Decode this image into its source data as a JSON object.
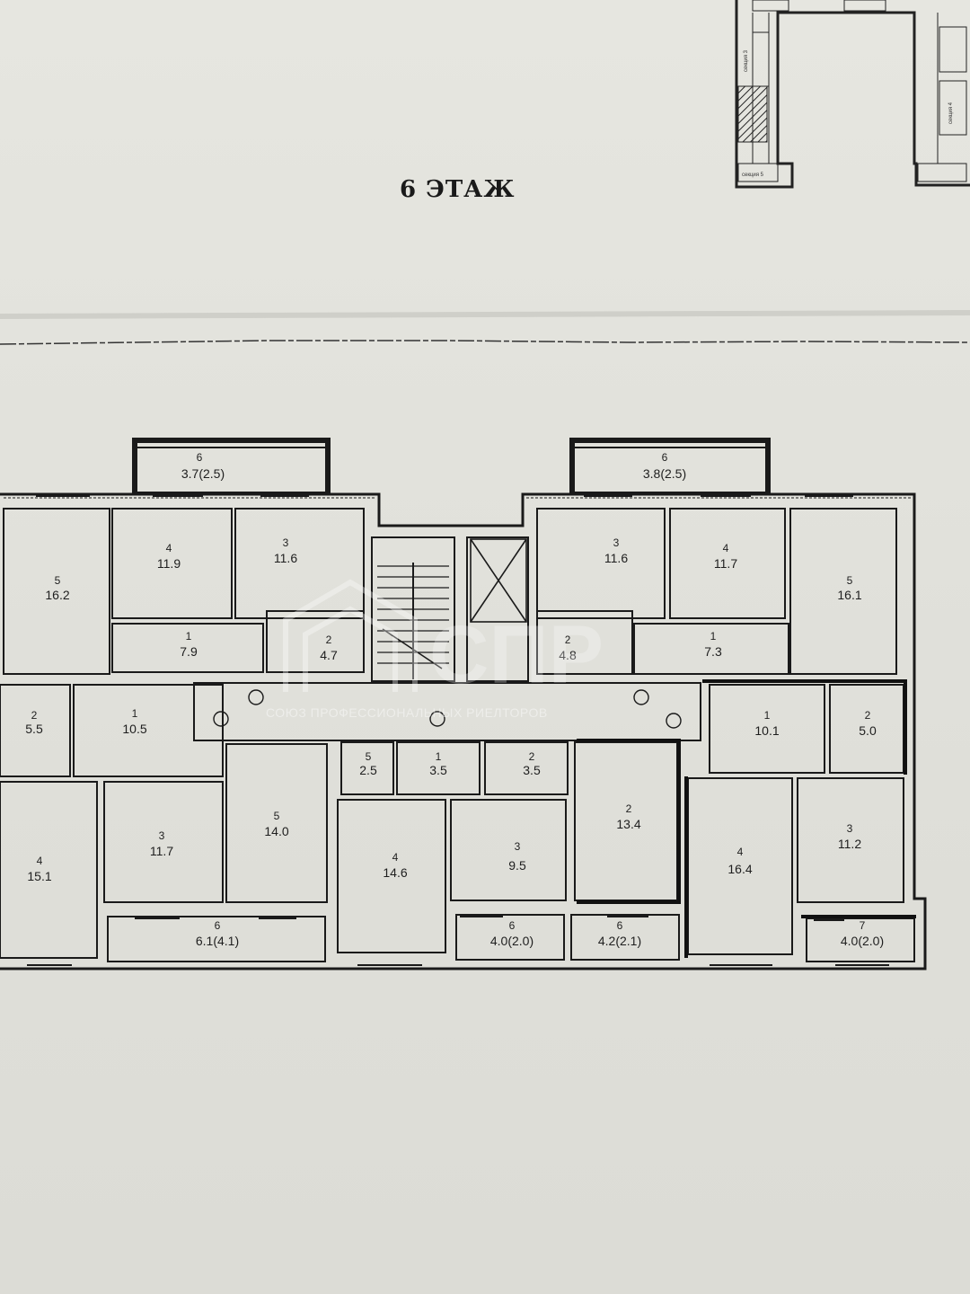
{
  "floor_title": "6 ЭТАЖ",
  "watermark": {
    "logo": "СПР",
    "org": "СОЮЗ ПРОФЕССИОНАЛЬНЫХ РИЕЛТОРОВ"
  },
  "key_plan": {
    "labels": [
      "секция 3",
      "секция 4",
      "секция 5"
    ]
  },
  "rooms": [
    {
      "id": "r1",
      "num": "6",
      "area": "3.7(2.5)"
    },
    {
      "id": "r2",
      "num": "6",
      "area": "3.8(2.5)"
    },
    {
      "id": "r3",
      "num": "5",
      "area": "16.2"
    },
    {
      "id": "r4",
      "num": "4",
      "area": "11.9"
    },
    {
      "id": "r5",
      "num": "3",
      "area": "11.6"
    },
    {
      "id": "r6",
      "num": "1",
      "area": "7.9"
    },
    {
      "id": "r7",
      "num": "2",
      "area": "4.7"
    },
    {
      "id": "r8",
      "num": "3",
      "area": "11.6"
    },
    {
      "id": "r9",
      "num": "4",
      "area": "11.7"
    },
    {
      "id": "r10",
      "num": "5",
      "area": "16.1"
    },
    {
      "id": "r11",
      "num": "2",
      "area": "4.8"
    },
    {
      "id": "r12",
      "num": "1",
      "area": "7.3"
    },
    {
      "id": "r13",
      "num": "2",
      "area": "5.5"
    },
    {
      "id": "r14",
      "num": "1",
      "area": "10.5"
    },
    {
      "id": "r15",
      "num": "1",
      "area": "10.1"
    },
    {
      "id": "r16",
      "num": "2",
      "area": "5.0"
    },
    {
      "id": "r17",
      "num": "5",
      "area": "2.5"
    },
    {
      "id": "r18",
      "num": "1",
      "area": "3.5"
    },
    {
      "id": "r19",
      "num": "2",
      "area": "3.5"
    },
    {
      "id": "r20",
      "num": "4",
      "area": "15.1"
    },
    {
      "id": "r21",
      "num": "3",
      "area": "11.7"
    },
    {
      "id": "r22",
      "num": "5",
      "area": "14.0"
    },
    {
      "id": "r23",
      "num": "4",
      "area": "14.6"
    },
    {
      "id": "r24",
      "num": "3",
      "area": "9.5"
    },
    {
      "id": "r25",
      "num": "2",
      "area": "13.4"
    },
    {
      "id": "r26",
      "num": "4",
      "area": "16.4"
    },
    {
      "id": "r27",
      "num": "3",
      "area": "11.2"
    },
    {
      "id": "r28",
      "num": "6",
      "area": "6.1(4.1)"
    },
    {
      "id": "r29",
      "num": "6",
      "area": "4.0(2.0)"
    },
    {
      "id": "r30",
      "num": "6",
      "area": "4.2(2.1)"
    },
    {
      "id": "r31",
      "num": "7",
      "area": "4.0(2.0)"
    }
  ]
}
